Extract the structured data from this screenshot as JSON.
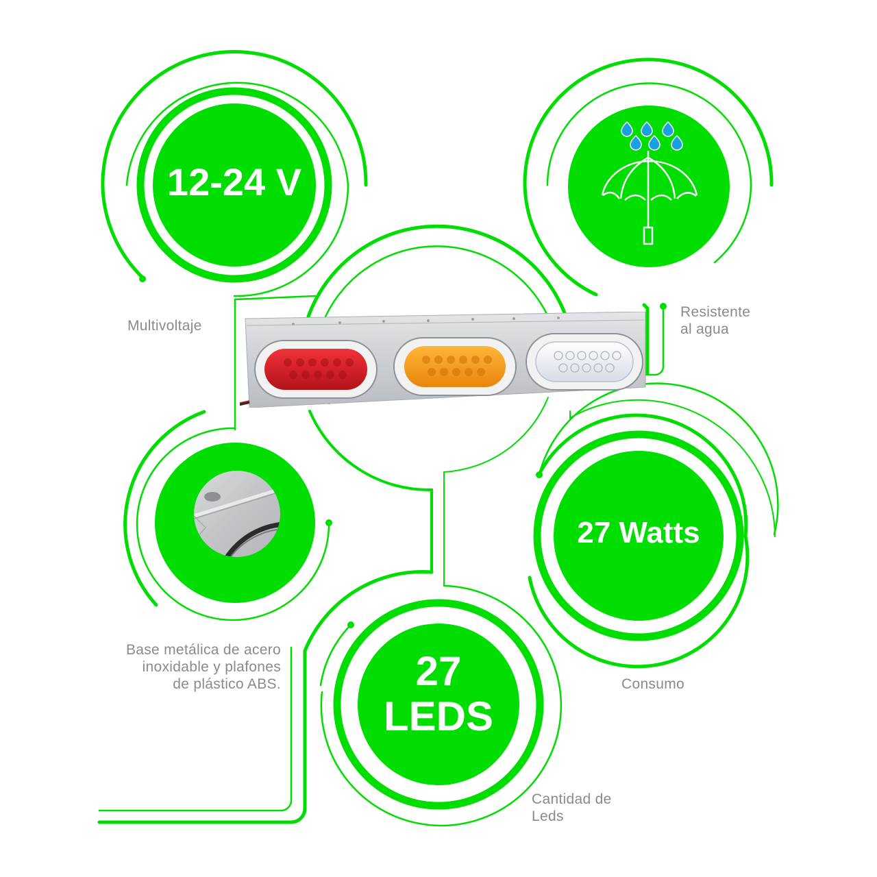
{
  "colors": {
    "accent_green": "#00dd00",
    "label_gray": "#8a8a8a",
    "badge_text": "#ffffff",
    "raindrop_blue": "#1aa0e0",
    "lamp_red": "#d81c22",
    "lamp_amber": "#f7a21b",
    "lamp_clear": "#e8ecf2",
    "steel": "#cfd2d6"
  },
  "features": [
    {
      "id": "voltage",
      "badge": "12-24 V",
      "label": "Multivoltaje",
      "icon": null
    },
    {
      "id": "water",
      "badge": null,
      "label": "Resistente al agua",
      "label_lines": [
        "Resistente",
        "al agua"
      ],
      "icon": "umbrella-rain-icon"
    },
    {
      "id": "material",
      "badge": null,
      "label": "Base metálica de acero inoxidable y plafones de plástico ABS.",
      "label_lines": [
        "Base metálica de acero",
        "inoxidable y plafones",
        "de plástico ABS."
      ],
      "icon": "steel-bracket-photo"
    },
    {
      "id": "power",
      "badge": "27 Watts",
      "label": "Consumo",
      "icon": null
    },
    {
      "id": "leds",
      "badge_lines": [
        "27",
        "LEDS"
      ],
      "label": "Cantidad de Leds",
      "label_lines": [
        "Cantidad de",
        "Leds"
      ],
      "icon": null
    }
  ],
  "product": {
    "name": "triple-lamp-steel-bar",
    "lamps": [
      "red",
      "amber",
      "clear"
    ]
  }
}
